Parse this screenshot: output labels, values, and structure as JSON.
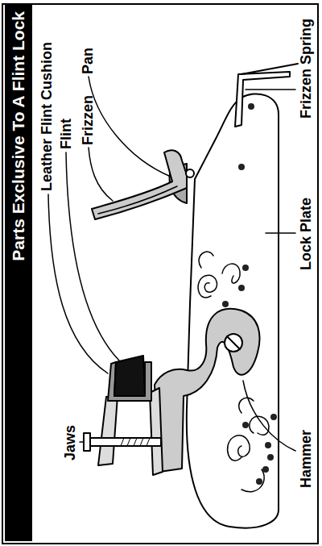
{
  "diagram": {
    "title": "Parts Exclusive To A Flint Lock",
    "labels": [
      "Leather Flint Cushion",
      "Flint",
      "Frizzen",
      "Pan",
      "Jaws",
      "Hammer",
      "Lock Plate",
      "Frizzen Spring"
    ]
  }
}
